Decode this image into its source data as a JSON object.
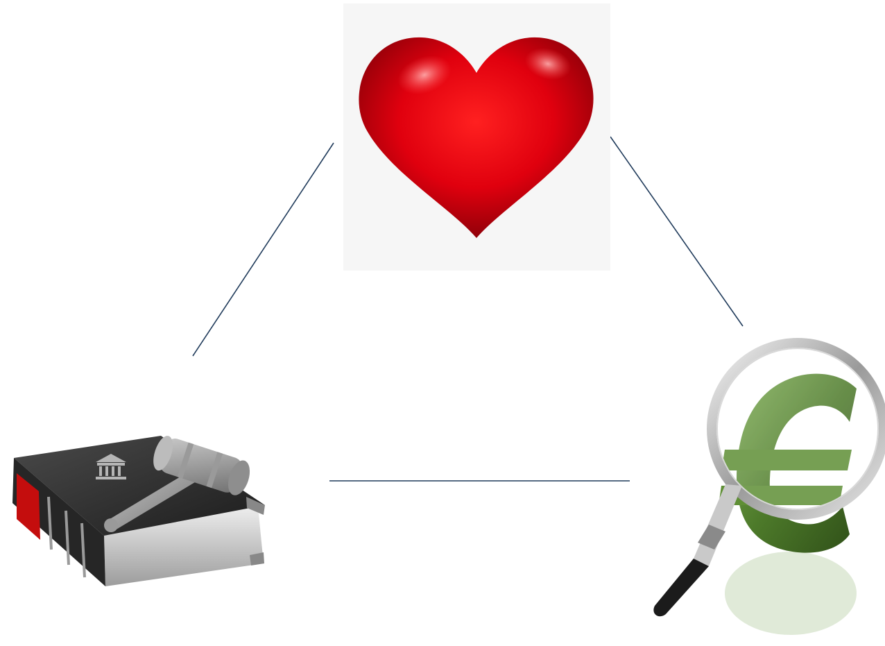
{
  "diagram": {
    "type": "triangle",
    "nodes": [
      {
        "id": "love",
        "icon": "heart-icon"
      },
      {
        "id": "law",
        "icon": "law-book-gavel-icon"
      },
      {
        "id": "money",
        "icon": "euro-magnifier-icon"
      }
    ],
    "edges": [
      {
        "from": "law",
        "to": "love"
      },
      {
        "from": "love",
        "to": "money"
      },
      {
        "from": "law",
        "to": "money"
      }
    ]
  },
  "colors": {
    "connector": "#1f3a5a",
    "heart": "#e0000e",
    "book_cover": "#2f2f2f",
    "book_spine_accent": "#c40d0d",
    "euro": "#4d7a2a"
  }
}
